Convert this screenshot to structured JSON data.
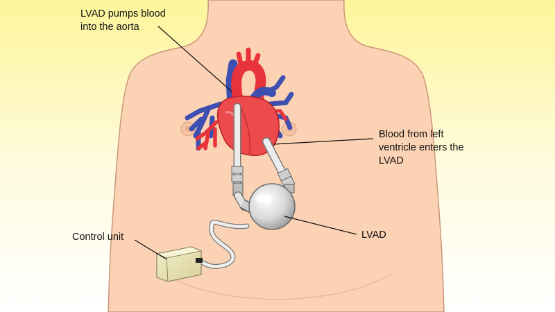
{
  "labels": {
    "aorta_line1": "LVAD pumps blood",
    "aorta_line2": "into the aorta",
    "ventricle_line1": "Blood from left",
    "ventricle_line2": "ventricle enters the",
    "ventricle_line3": "LVAD",
    "control_unit": "Control unit",
    "lvad": "LVAD"
  },
  "colors": {
    "background_top": "#fdf6a0",
    "background_bottom": "#ffffff",
    "skin": "#fbd2b4",
    "skin_outline": "#c9967a",
    "artery_red": "#e8333a",
    "vein_blue": "#3d4fb0",
    "tube": "#e6e6e6",
    "pump": "#d9d9d9",
    "control_box": "#ece6b6"
  },
  "icons": [
    "human-torso-figure",
    "heart-icon",
    "lvad-pump-icon",
    "control-unit-box"
  ]
}
